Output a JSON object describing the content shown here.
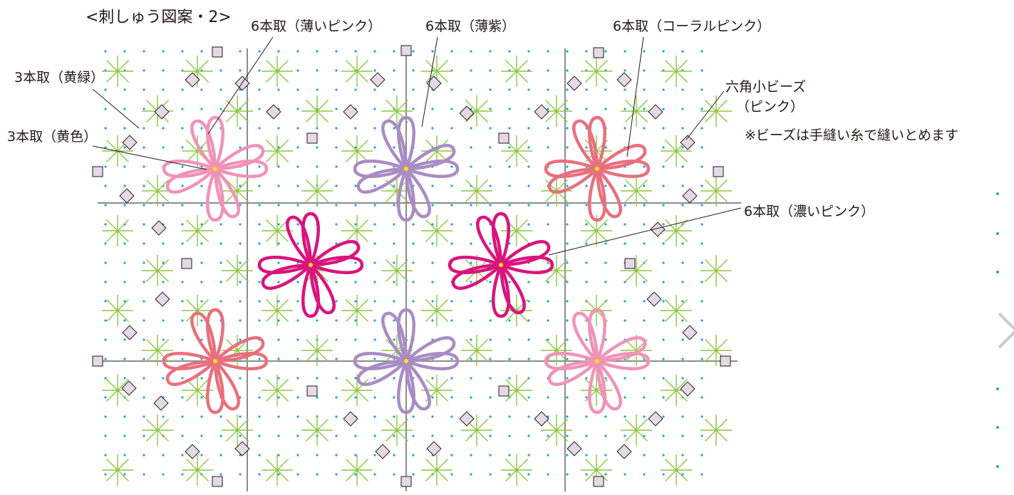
{
  "title": "<刺しゅう図案・2>",
  "labels": {
    "light_pink": "6本取（薄いピンク）",
    "light_purple": "6本取（薄紫）",
    "coral_pink": "6本取（コーラルピンク）",
    "yellow_green": "3本取（黄緑）",
    "yellow": "3本取（黄色）",
    "deep_pink": "6本取（濃いピンク）",
    "beads_line1": "六角小ビーズ",
    "beads_line2": "（ピンク）",
    "beads_note": "※ビーズは手縫い糸で縫いとめます"
  },
  "colors": {
    "light_pink": "#ef93b9",
    "light_purple": "#a98cc4",
    "coral_pink": "#e8707e",
    "deep_pink": "#d9147e",
    "yellow": "#ffe600",
    "yellow_green": "#8cc63f",
    "dot": "#1fa3d8",
    "grid": "#8c8c8c",
    "bead_fill": "#e4d9e6",
    "bead_stroke": "#231815"
  },
  "flowers": [
    {
      "id": "f1",
      "color": "light_pink"
    },
    {
      "id": "f2",
      "color": "light_purple"
    },
    {
      "id": "f3",
      "color": "coral_pink"
    },
    {
      "id": "f4",
      "color": "deep_pink"
    },
    {
      "id": "f5",
      "color": "deep_pink"
    },
    {
      "id": "f6",
      "color": "coral_pink"
    },
    {
      "id": "f7",
      "color": "light_purple"
    },
    {
      "id": "f8",
      "color": "light_pink"
    }
  ]
}
